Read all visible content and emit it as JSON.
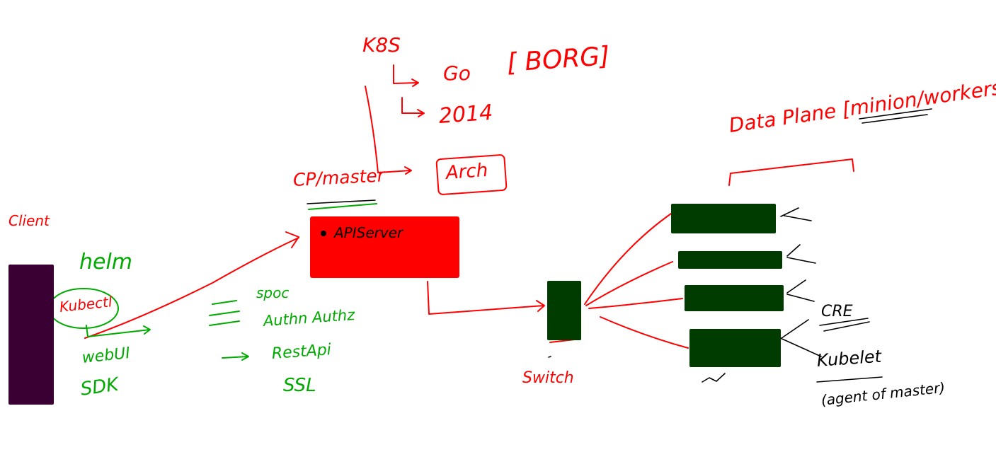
{
  "colors": {
    "red": "#ff0000",
    "green": "#00aa00",
    "dark_green": "#003c00",
    "purple": "#3a0034",
    "black": "#000000"
  },
  "top_notes": {
    "k8s": "K8S",
    "go": "Go",
    "borg": "[ BORG]",
    "year": "2014",
    "arch": "Arch"
  },
  "control_plane": {
    "title": "CP/master",
    "component": "APIServer"
  },
  "client": {
    "title": "Client",
    "tools": [
      "helm",
      "Kubectl",
      "webUI",
      "SDK"
    ]
  },
  "api_features": [
    "spoc",
    "Authn Authz",
    "RestApi",
    "SSL"
  ],
  "switch": {
    "label": "Switch"
  },
  "data_plane": {
    "title": "Data Plane [minion/workers]",
    "cre": "CRE",
    "kubelet": "Kubelet",
    "kubelet_note": "(agent of master)"
  }
}
